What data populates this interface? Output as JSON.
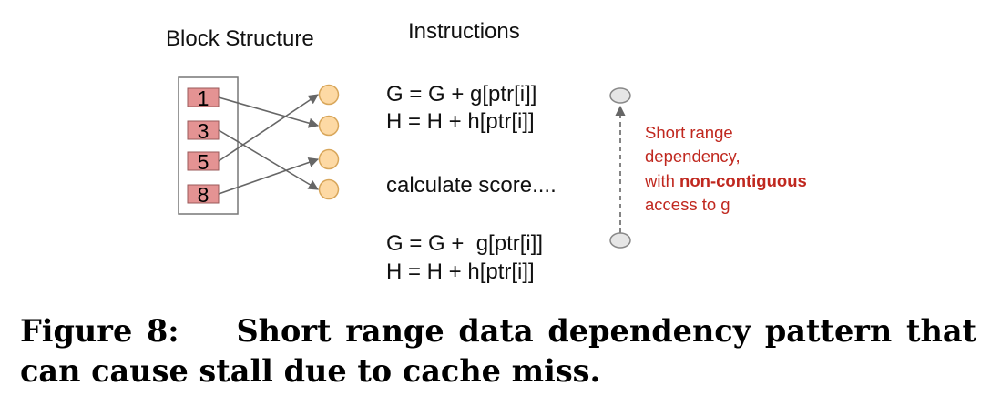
{
  "headings": {
    "block_structure": "Block Structure",
    "instructions": "Instructions"
  },
  "block_items": [
    "1",
    "3",
    "5",
    "8"
  ],
  "instructions": {
    "group1": [
      "G = G + g[ptr[i]]",
      "H = H + h[ptr[i]]"
    ],
    "middle": "calculate score....",
    "group2": [
      "G = G +  g[ptr[i]]",
      "H = H + h[ptr[i]]"
    ]
  },
  "annotation": {
    "line1": "Short range",
    "line2": "dependency,",
    "line3_prefix": "with ",
    "line3_bold": "non-contiguous",
    "line4": "access to g"
  },
  "caption": {
    "label": "Figure 8:",
    "text": "Short range data dependency pattern that can cause stall due to cache miss."
  },
  "colors": {
    "block_fill": "#e49393",
    "node_fill": "#fdd9a4",
    "node_stroke": "#d8a65a",
    "annotation_text": "#c0281f",
    "arrow": "#666666",
    "marker_fill": "#e6e6e6"
  }
}
